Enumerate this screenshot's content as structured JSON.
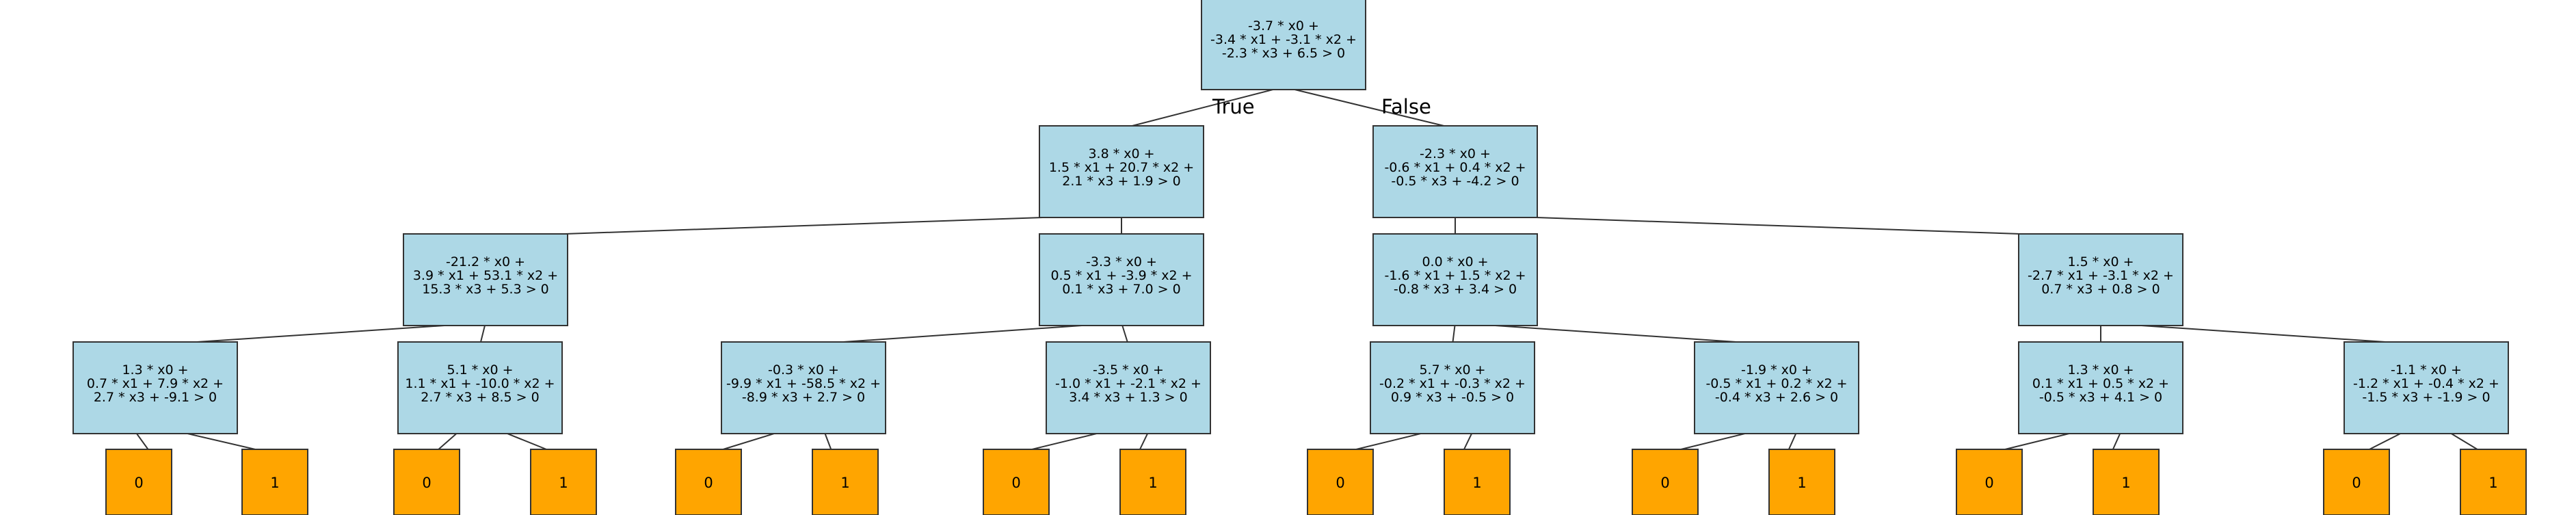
{
  "colors": {
    "split_fill": "#add8e6",
    "leaf_fill": "#ffa500",
    "stroke": "#333333",
    "edge": "#333333"
  },
  "branch_labels": {
    "true": "True",
    "false": "False"
  },
  "nodes": [
    {
      "id": "n0",
      "lines": [
        "-3.7 * x0 +",
        "-3.4 * x1 + -3.1 * x2 +",
        "-2.3 * x3 + 6.5 > 0"
      ]
    },
    {
      "id": "n1",
      "lines": [
        "3.8 * x0 +",
        "1.5 * x1 + 20.7 * x2 +",
        "2.1 * x3 + 1.9 > 0"
      ]
    },
    {
      "id": "n2",
      "lines": [
        "-2.3 * x0 +",
        "-0.6 * x1 + 0.4 * x2 +",
        "-0.5 * x3 + -4.2 > 0"
      ]
    },
    {
      "id": "n3",
      "lines": [
        "-21.2 * x0 +",
        "3.9 * x1 + 53.1 * x2 +",
        "15.3 * x3 + 5.3 > 0"
      ]
    },
    {
      "id": "n4",
      "lines": [
        "-3.3 * x0 +",
        "0.5 * x1 + -3.9 * x2 +",
        "0.1 * x3 + 7.0 > 0"
      ]
    },
    {
      "id": "n5",
      "lines": [
        "0.0 * x0 +",
        "-1.6 * x1 + 1.5 * x2 +",
        "-0.8 * x3 + 3.4 > 0"
      ]
    },
    {
      "id": "n6",
      "lines": [
        "1.5 * x0 +",
        "-2.7 * x1 + -3.1 * x2 +",
        "0.7 * x3 + 0.8 > 0"
      ]
    },
    {
      "id": "n7",
      "lines": [
        "1.3 * x0 +",
        "0.7 * x1 + 7.9 * x2 +",
        "2.7 * x3 + -9.1 > 0"
      ]
    },
    {
      "id": "n8",
      "lines": [
        "5.1 * x0 +",
        "1.1 * x1 + -10.0 * x2 +",
        "2.7 * x3 + 8.5 > 0"
      ]
    },
    {
      "id": "n9",
      "lines": [
        "-0.3 * x0 +",
        "-9.9 * x1 + -58.5 * x2 +",
        "-8.9 * x3 + 2.7 > 0"
      ]
    },
    {
      "id": "n10",
      "lines": [
        "-3.5 * x0 +",
        "-1.0 * x1 + -2.1 * x2 +",
        "3.4 * x3 + 1.3 > 0"
      ]
    },
    {
      "id": "n11",
      "lines": [
        "5.7 * x0 +",
        "-0.2 * x1 + -0.3 * x2 +",
        "0.9 * x3 + -0.5 > 0"
      ]
    },
    {
      "id": "n12",
      "lines": [
        "-1.9 * x0 +",
        "-0.5 * x1 + 0.2 * x2 +",
        "-0.4 * x3 + 2.6 > 0"
      ]
    },
    {
      "id": "n13",
      "lines": [
        "1.3 * x0 +",
        "0.1 * x1 + 0.5 * x2 +",
        "-0.5 * x3 + 4.1 > 0"
      ]
    },
    {
      "id": "n14",
      "lines": [
        "-1.1 * x0 +",
        "-1.2 * x1 + -0.4 * x2 +",
        "-1.5 * x3 + -1.9 > 0"
      ]
    }
  ],
  "leaves": [
    "0",
    "1",
    "0",
    "1",
    "0",
    "1",
    "0",
    "1",
    "0",
    "1",
    "0",
    "1",
    "0",
    "1",
    "0",
    "1"
  ]
}
